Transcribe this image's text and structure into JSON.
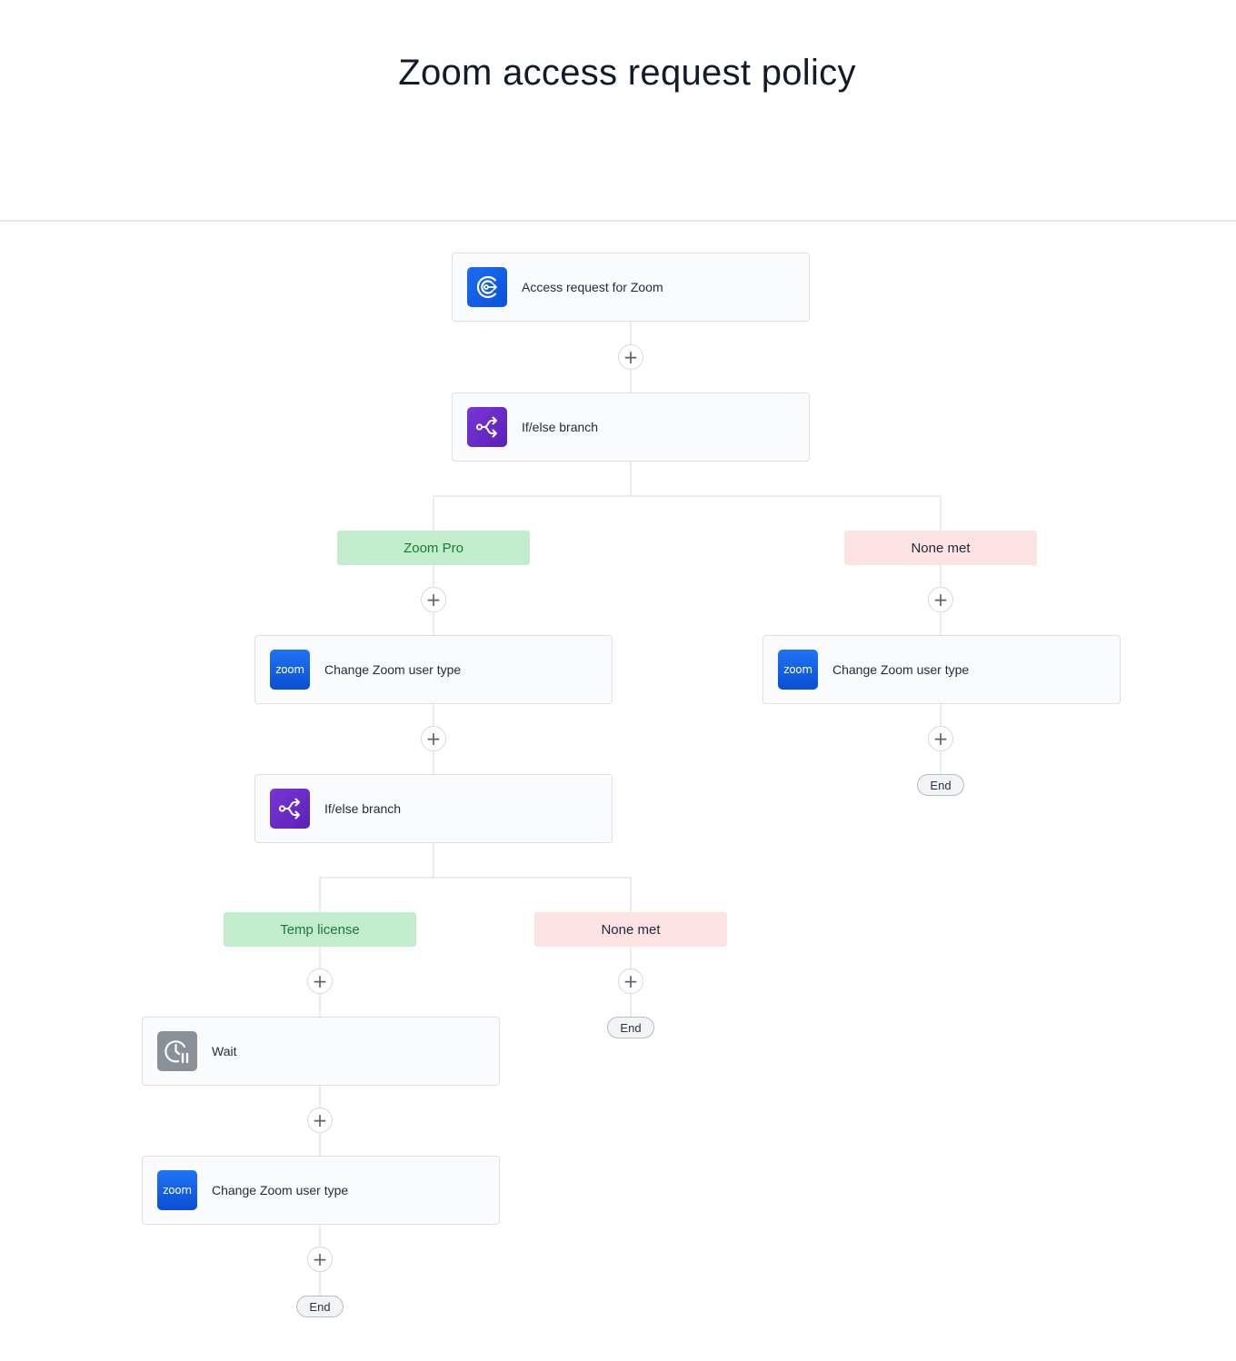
{
  "title": "Zoom access request policy",
  "colors": {
    "condition_met": "#c2edcd",
    "none_met": "#fde2e4",
    "accent_blue": "#1b6df2",
    "accent_purple": "#6d28d9"
  },
  "nodes": {
    "trigger": {
      "label": "Access request for Zoom",
      "icon": "access-request-icon"
    },
    "branch_1": {
      "label": "If/else branch",
      "icon": "branch-icon"
    },
    "branch_1_yes": {
      "label": "Zoom Pro"
    },
    "branch_1_no": {
      "label": "None met"
    },
    "zoom_pro_action": {
      "label": "Change Zoom user type",
      "icon": "zoom-icon",
      "icon_text": "zoom"
    },
    "none_met_action": {
      "label": "Change Zoom user type",
      "icon": "zoom-icon",
      "icon_text": "zoom"
    },
    "branch_2": {
      "label": "If/else branch",
      "icon": "branch-icon"
    },
    "branch_2_yes": {
      "label": "Temp license"
    },
    "branch_2_no": {
      "label": "None met"
    },
    "wait": {
      "label": "Wait",
      "icon": "clock-pause-icon"
    },
    "temp_action": {
      "label": "Change Zoom user type",
      "icon": "zoom-icon",
      "icon_text": "zoom"
    }
  },
  "add_step_symbol": "+",
  "end_label": "End"
}
